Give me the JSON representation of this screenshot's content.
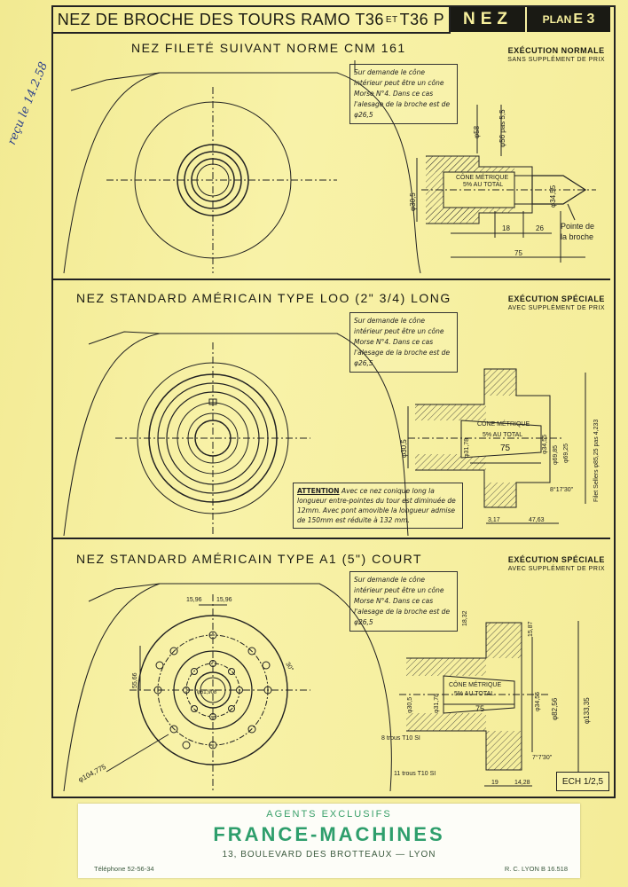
{
  "header": {
    "title_main": "NEZ DE BROCHE DES TOURS RAMO T36",
    "title_et": "ET",
    "title_end": "T36 P",
    "nez": "NEZ",
    "plan_label": "PLAN",
    "plan_id": "E 3"
  },
  "handwritten": "reçu le 14.2.58",
  "sections": [
    {
      "title": "NEZ FILETÉ SUIVANT NORME CNM 161",
      "exec": "EXÉCUTION NORMALE",
      "exec_sub": "SANS SUPPLÉMENT DE PRIX",
      "note": "Sur demande le cône intérieur peut être un cône Morse N°4. Dans ce cas l'alesage de la broche est de φ26,5",
      "dims": {
        "d58": "φ58",
        "d56": "φ56 pas 5,5",
        "d305": "φ30,5",
        "d3455": "φ34,55",
        "cone": "CÔNE MÉTRIQUE",
        "cone2": "5% AU TOTAL",
        "d18": "18",
        "d26": "26",
        "d75": "75",
        "pointe1": "Pointe de",
        "pointe2": "la broche"
      }
    },
    {
      "title": "NEZ STANDARD AMÉRICAIN TYPE LOO (2\" 3/4) LONG",
      "exec": "EXÉCUTION SPÉCIALE",
      "exec_sub": "AVEC SUPPLÉMENT DE PRIX",
      "note": "Sur demande le cône intérieur peut être un cône Morse N°4. Dans ce cas l'alesage de la broche est de φ26,5",
      "attention_label": "ATTENTION",
      "attention": "Avec ce nez conique long la longueur entre-pointes du tour est diminuée de 12mm. Avec pont amovible la longueur admise de 150mm est réduite à 132 mm.",
      "dims": {
        "d305": "φ30,5",
        "d3178": "φ31,78",
        "cone": "CÔNE MÉTRIQUE",
        "cone2": "5% AU TOTAL",
        "d75": "75",
        "d3455": "φ34,55",
        "d6985": "φ69,85",
        "d6925": "φ69,25",
        "filet": "Filet Sellers φ85,25 pas 4,233",
        "ang": "8°17'30\"",
        "d317": "3,17",
        "d4763": "47,63"
      }
    },
    {
      "title": "NEZ STANDARD AMÉRICAIN TYPE A1 (5\") COURT",
      "exec": "EXÉCUTION SPÉCIALE",
      "exec_sub": "AVEC SUPPLÉMENT DE PRIX",
      "note": "Sur demande le cône intérieur peut être un cône Morse N°4. Dans ce cas l'alesage de la broche est de φ26,5",
      "dims": {
        "d1596a": "15,96",
        "d1596b": "15,96",
        "d5566": "55,66",
        "a30": "30°",
        "d61": "φ61,908",
        "d104": "φ104,775",
        "d305": "φ30,5",
        "d3178": "φ31,78",
        "cone": "CÔNE MÉTRIQUE",
        "cone2": "5% AU TOTAL",
        "d75": "75",
        "d3455": "φ34,55",
        "d8256": "φ82,56",
        "d13335": "φ133,35",
        "d1832": "18,32",
        "d1587": "15,87",
        "trous8": "8 trous T10 SI",
        "trous11": "11 trous T10 SI",
        "ang": "7°7'30\"",
        "d19": "19",
        "d1428": "14,28"
      }
    }
  ],
  "scale": "ECH 1/2,5",
  "footer": {
    "agents": "AGENTS EXCLUSIFS",
    "company": "FRANCE-MACHINES",
    "address": "13, BOULEVARD DES BROTTEAUX — LYON",
    "phone": "Téléphone 52-56-34",
    "rc": "R. C. LYON B 16.518"
  }
}
